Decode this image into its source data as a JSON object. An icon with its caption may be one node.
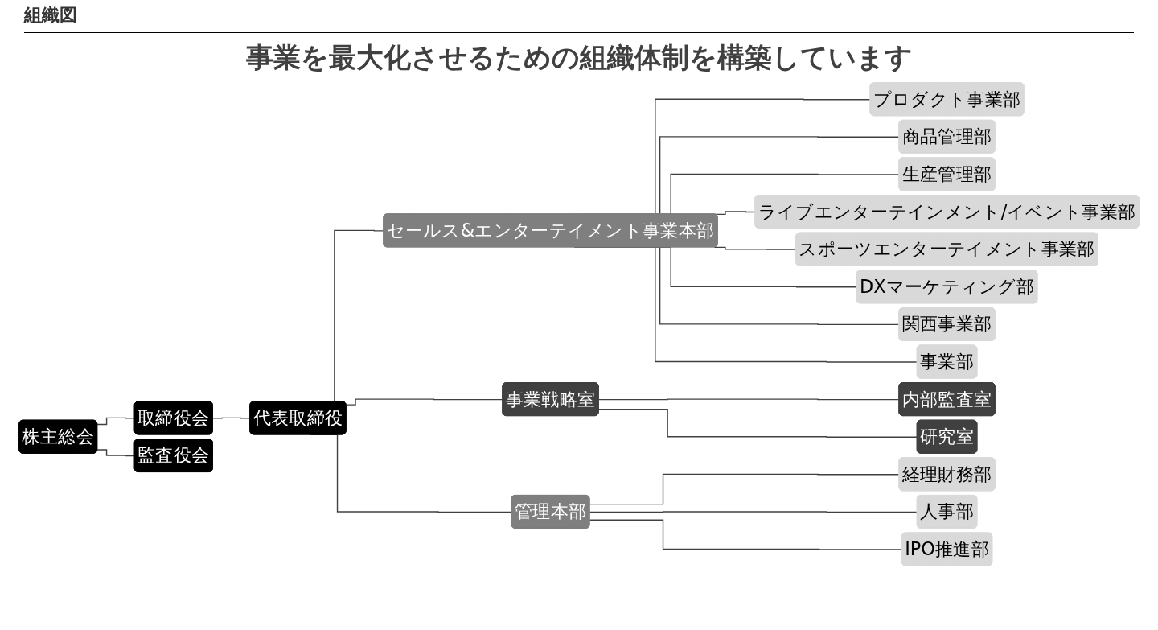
{
  "diagram": {
    "title": "事業を最大化させるための組織体制を構築しています",
    "nodes": [
      {
        "text": [
          "株主総会"
        ]
      },
      {
        "text": [
          "取締役会"
        ]
      },
      {
        "text": [
          "監査役会"
        ]
      },
      {
        "text": [
          "代表取締役"
        ]
      },
      {
        "text": [
          "事業戦略室"
        ]
      },
      {
        "text": [
          "内部監査室"
        ]
      },
      {
        "text": [
          "研究室"
        ]
      },
      {
        "text": [
          "セールス&エンターテイメント事業本部"
        ]
      },
      {
        "text": [
          "プロダクト事業部"
        ]
      },
      {
        "text": [
          "商品管理部"
        ]
      },
      {
        "text": [
          "生産管理部"
        ]
      },
      {
        "text": [
          "ライブエンターテインメント/イベント事業部"
        ]
      },
      {
        "text": [
          "スポーツエンターテイメント事業部"
        ]
      },
      {
        "text": [
          "DXマーケティング部"
        ]
      },
      {
        "text": [
          "関西事業部"
        ]
      },
      {
        "text": [
          "事業部"
        ]
      },
      {
        "text": [
          "管理本部"
        ]
      },
      {
        "text": [
          "経理財務部"
        ]
      },
      {
        "text": [
          "人事部"
        ]
      },
      {
        "text": [
          "IPO推進部"
        ]
      }
    ],
    "edges": [
      {
        "from": 0,
        "to": 1,
        "arrow": "none"
      },
      {
        "from": 0,
        "to": 2,
        "arrow": "none"
      },
      {
        "from": 1,
        "to": 3,
        "arrow": "none"
      },
      {
        "from": 3,
        "to": 7,
        "arrow": "none"
      },
      {
        "from": 3,
        "to": 4,
        "arrow": "none"
      },
      {
        "from": 3,
        "to": 16,
        "arrow": "none"
      },
      {
        "from": 4,
        "to": 5,
        "arrow": "none"
      },
      {
        "from": 4,
        "to": 6,
        "arrow": "none"
      },
      {
        "from": 7,
        "to": 8,
        "arrow": "none"
      },
      {
        "from": 7,
        "to": 9,
        "arrow": "none"
      },
      {
        "from": 7,
        "to": 10,
        "arrow": "none"
      },
      {
        "from": 7,
        "to": 11,
        "arrow": "none"
      },
      {
        "from": 7,
        "to": 12,
        "arrow": "none"
      },
      {
        "from": 7,
        "to": 13,
        "arrow": "none"
      },
      {
        "from": 7,
        "to": 14,
        "arrow": "none"
      },
      {
        "from": 7,
        "to": 15,
        "arrow": "none"
      },
      {
        "from": 16,
        "to": 17,
        "arrow": "none"
      },
      {
        "from": 16,
        "to": 18,
        "arrow": "none"
      },
      {
        "from": 16,
        "to": 19,
        "arrow": "none"
      }
    ],
    "labels": [
      "組織図"
    ]
  }
}
